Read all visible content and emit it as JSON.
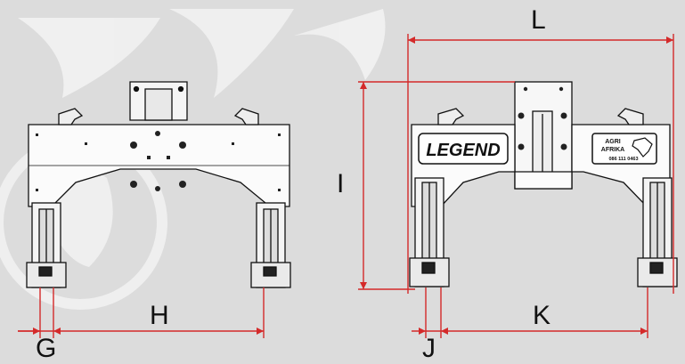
{
  "dimensions": {
    "width_label": "L",
    "height_label": "I",
    "left_inner_span_label": "H",
    "left_leg_width_label": "G",
    "right_inner_span_label": "K",
    "right_leg_width_label": "J"
  },
  "decals": {
    "brand": "LEGEND",
    "badge_line1": "AGRI",
    "badge_line2": "AFRIKA",
    "badge_line3": "086 111 0463"
  },
  "colors": {
    "background": "#dcdcdc",
    "outline": "#111111",
    "dimension_line": "#d42a2a",
    "watermark": "#f2f2f2"
  }
}
